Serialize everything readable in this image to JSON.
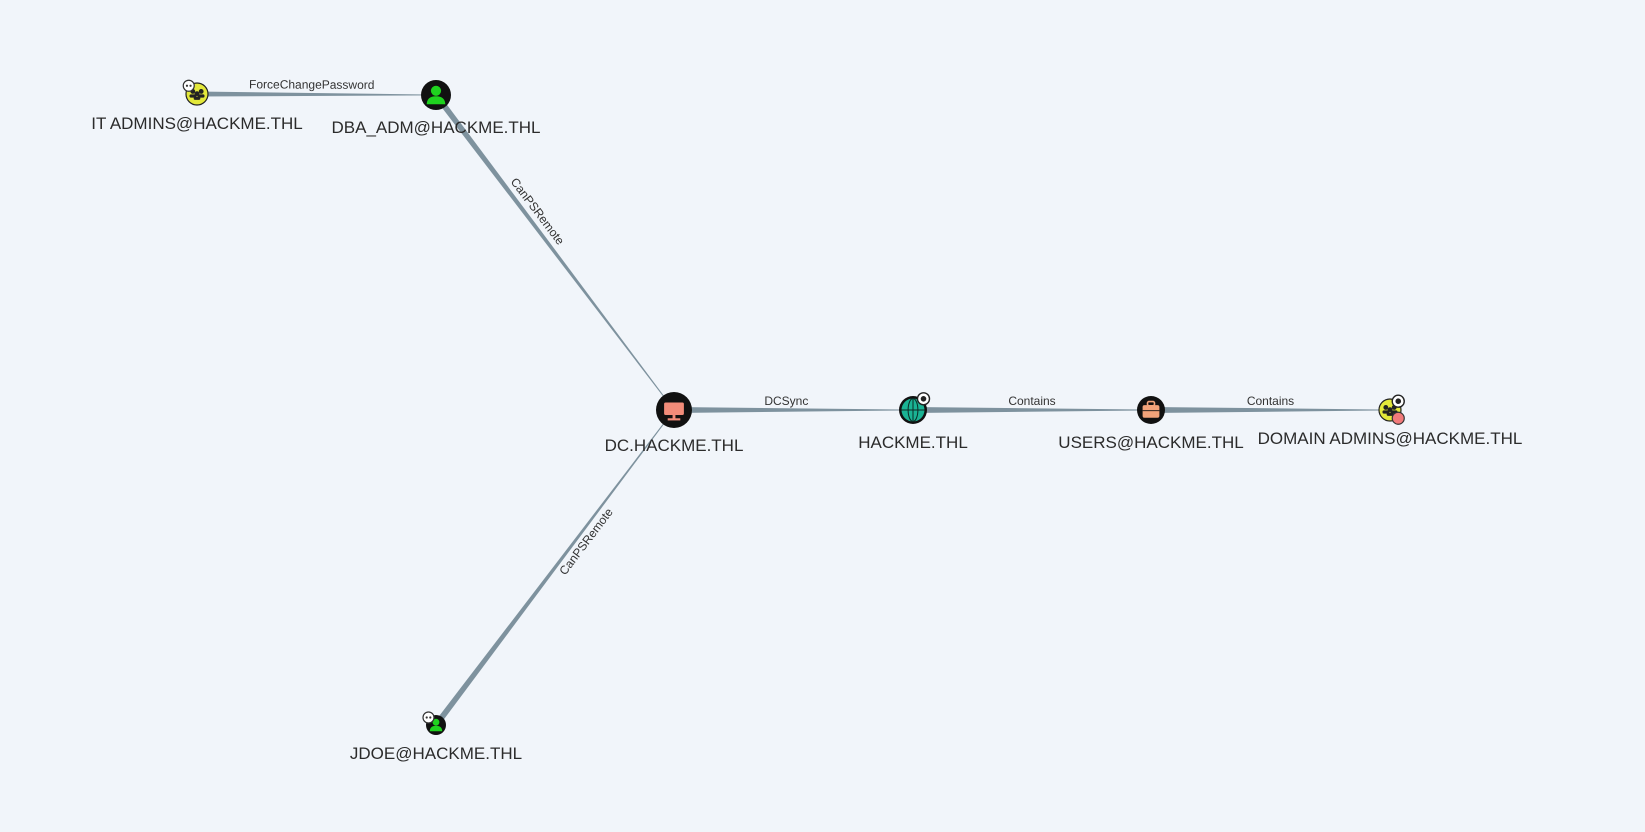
{
  "colors": {
    "background": "#f1f5fa",
    "edge": "#7e929e",
    "node_ring": "#111111",
    "user_green": "#1fd31f",
    "group_yellow": "#e3e83a",
    "computer_salmon": "#f28c7a",
    "domain_teal": "#1ab394",
    "ou_orange": "#f2a37a",
    "badge_red": "#f27a7a"
  },
  "nodes": [
    {
      "id": "itadmins",
      "kind": "group",
      "icon": "group-icon",
      "label": "IT ADMINS@HACKME.THL",
      "badge": "owned-badge"
    },
    {
      "id": "dba",
      "kind": "user",
      "icon": "user-icon",
      "label": "DBA_ADM@HACKME.THL"
    },
    {
      "id": "dc",
      "kind": "computer",
      "icon": "computer-icon",
      "label": "DC.HACKME.THL"
    },
    {
      "id": "domain",
      "kind": "domain",
      "icon": "globe-icon",
      "label": "HACKME.THL",
      "badge": "target-badge"
    },
    {
      "id": "users",
      "kind": "ou",
      "icon": "briefcase-icon",
      "label": "USERS@HACKME.THL"
    },
    {
      "id": "domainadmins",
      "kind": "group",
      "icon": "group-icon",
      "label": "DOMAIN ADMINS@HACKME.THL",
      "badge": "target-badge"
    },
    {
      "id": "jdoe",
      "kind": "user",
      "icon": "user-icon",
      "label": "JDOE@HACKME.THL",
      "badge": "owned-badge"
    }
  ],
  "edges": [
    {
      "from": "itadmins",
      "to": "dba",
      "label": "ForceChangePassword"
    },
    {
      "from": "dba",
      "to": "dc",
      "label": "CanPSRemote"
    },
    {
      "from": "jdoe",
      "to": "dc",
      "label": "CanPSRemote"
    },
    {
      "from": "dc",
      "to": "domain",
      "label": "DCSync"
    },
    {
      "from": "domain",
      "to": "users",
      "label": "Contains"
    },
    {
      "from": "users",
      "to": "domainadmins",
      "label": "Contains"
    }
  ]
}
